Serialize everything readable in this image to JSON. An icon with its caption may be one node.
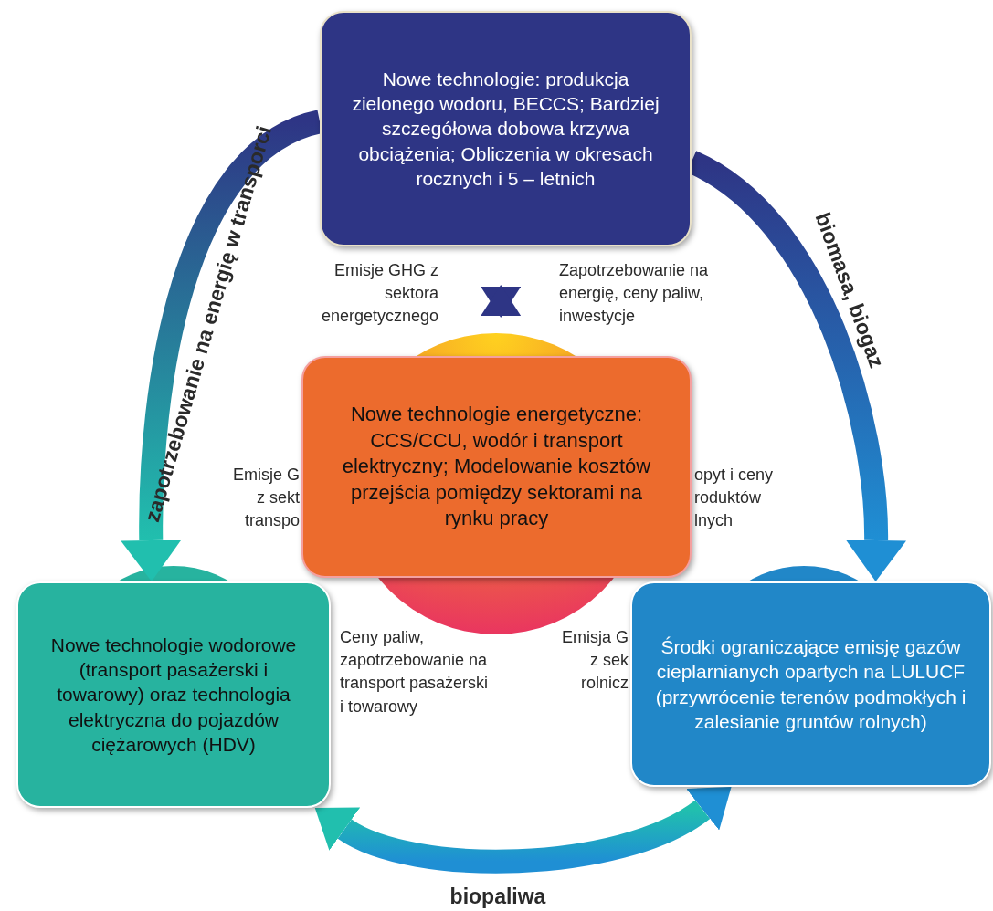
{
  "diagram": {
    "nodes": [
      {
        "text": [
          "Nowe technologie: produkcja zielonego wodoru, BECCS; Bardziej szczegółowa dobowa krzywa obciążenia; Obliczenia w okresach rocznych i 5 – letnich"
        ]
      },
      {
        "text": [
          "Nowe technologie energetyczne: CCS/CCU, wodór i transport elektryczny; Modelowanie kosztów przejścia pomiędzy sektorami na rynku pracy"
        ]
      },
      {
        "text": [
          "Nowe technologie wodorowe (transport pasażerski i towarowy) oraz technologia elektryczna do pojazdów ciężarowych (HDV)"
        ]
      },
      {
        "text": [
          "Środki ograniczające emisję gazów cieplarnianych opartych na LULUCF (przywrócenie terenów podmokłych i zalesianie gruntów rolnych)"
        ]
      }
    ],
    "edges": [
      {
        "from": 0,
        "to": 1,
        "arrow": "both"
      },
      {
        "from": 0,
        "to": 2,
        "arrow": "to",
        "label": "zapotrzebowanie na energię w transporci"
      },
      {
        "from": 0,
        "to": 3,
        "arrow": "to",
        "label": "biomasa, biogaz"
      },
      {
        "from": 2,
        "to": 3,
        "arrow": "both",
        "label": "biopaliwa"
      }
    ],
    "labels": [
      "Emisje GHG z sektora energetycznego",
      "Zapotrzebowanie na energię, ceny paliw, inwestycje",
      "Emisje G z sekt transpo",
      "opyt i ceny roduktów lnych",
      "Ceny paliw, zapotrzebowanie na transport pasażerski i towarowy",
      "Emisja G z sek rolnicz"
    ]
  }
}
